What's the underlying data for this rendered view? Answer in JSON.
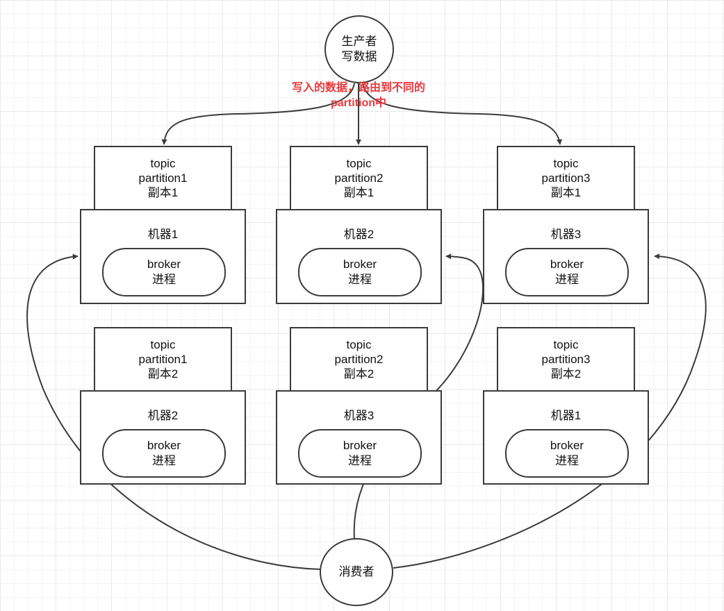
{
  "producer": {
    "line1": "生产者",
    "line2": "写数据"
  },
  "consumer": {
    "label": "消费者"
  },
  "annotation": {
    "line1": "写入的数据，路由到不同的",
    "line2": "partition中"
  },
  "stacks": [
    {
      "topic": [
        "topic",
        "partition1",
        "副本1"
      ],
      "machine": "机器1",
      "broker": [
        "broker",
        "进程"
      ]
    },
    {
      "topic": [
        "topic",
        "partition2",
        "副本1"
      ],
      "machine": "机器2",
      "broker": [
        "broker",
        "进程"
      ]
    },
    {
      "topic": [
        "topic",
        "partition3",
        "副本1"
      ],
      "machine": "机器3",
      "broker": [
        "broker",
        "进程"
      ]
    },
    {
      "topic": [
        "topic",
        "partition1",
        "副本2"
      ],
      "machine": "机器2",
      "broker": [
        "broker",
        "进程"
      ]
    },
    {
      "topic": [
        "topic",
        "partition2",
        "副本2"
      ],
      "machine": "机器3",
      "broker": [
        "broker",
        "进程"
      ]
    },
    {
      "topic": [
        "topic",
        "partition3",
        "副本2"
      ],
      "machine": "机器1",
      "broker": [
        "broker",
        "进程"
      ]
    }
  ],
  "colors": {
    "stroke": "#3a3a3a",
    "annotation": "#e8383d",
    "grid": "#e9e9e9"
  }
}
